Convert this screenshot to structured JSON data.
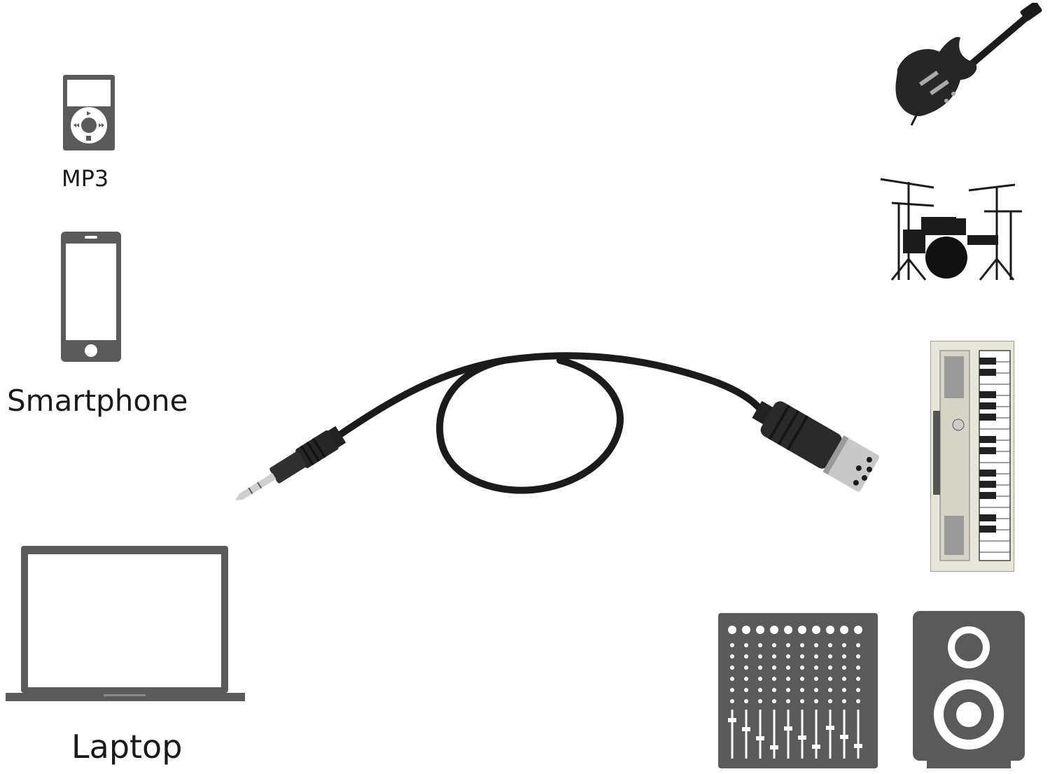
{
  "devices_left": [
    {
      "label": "MP3",
      "icon": "mp3-player-icon"
    },
    {
      "label": "Smartphone",
      "icon": "smartphone-icon"
    },
    {
      "label": "Laptop",
      "icon": "laptop-icon"
    }
  ],
  "devices_right": [
    {
      "icon": "electric-guitar-icon"
    },
    {
      "icon": "drum-kit-icon"
    },
    {
      "icon": "keyboard-piano-icon"
    },
    {
      "icon": "audio-mixer-icon"
    },
    {
      "icon": "speaker-icon"
    }
  ],
  "product": {
    "icon": "midi-to-3-5mm-cable-icon"
  },
  "colors": {
    "icon_gray": "#5a5a5a",
    "cable_black": "#1b1b1b",
    "metal": "#c8c8c8"
  }
}
